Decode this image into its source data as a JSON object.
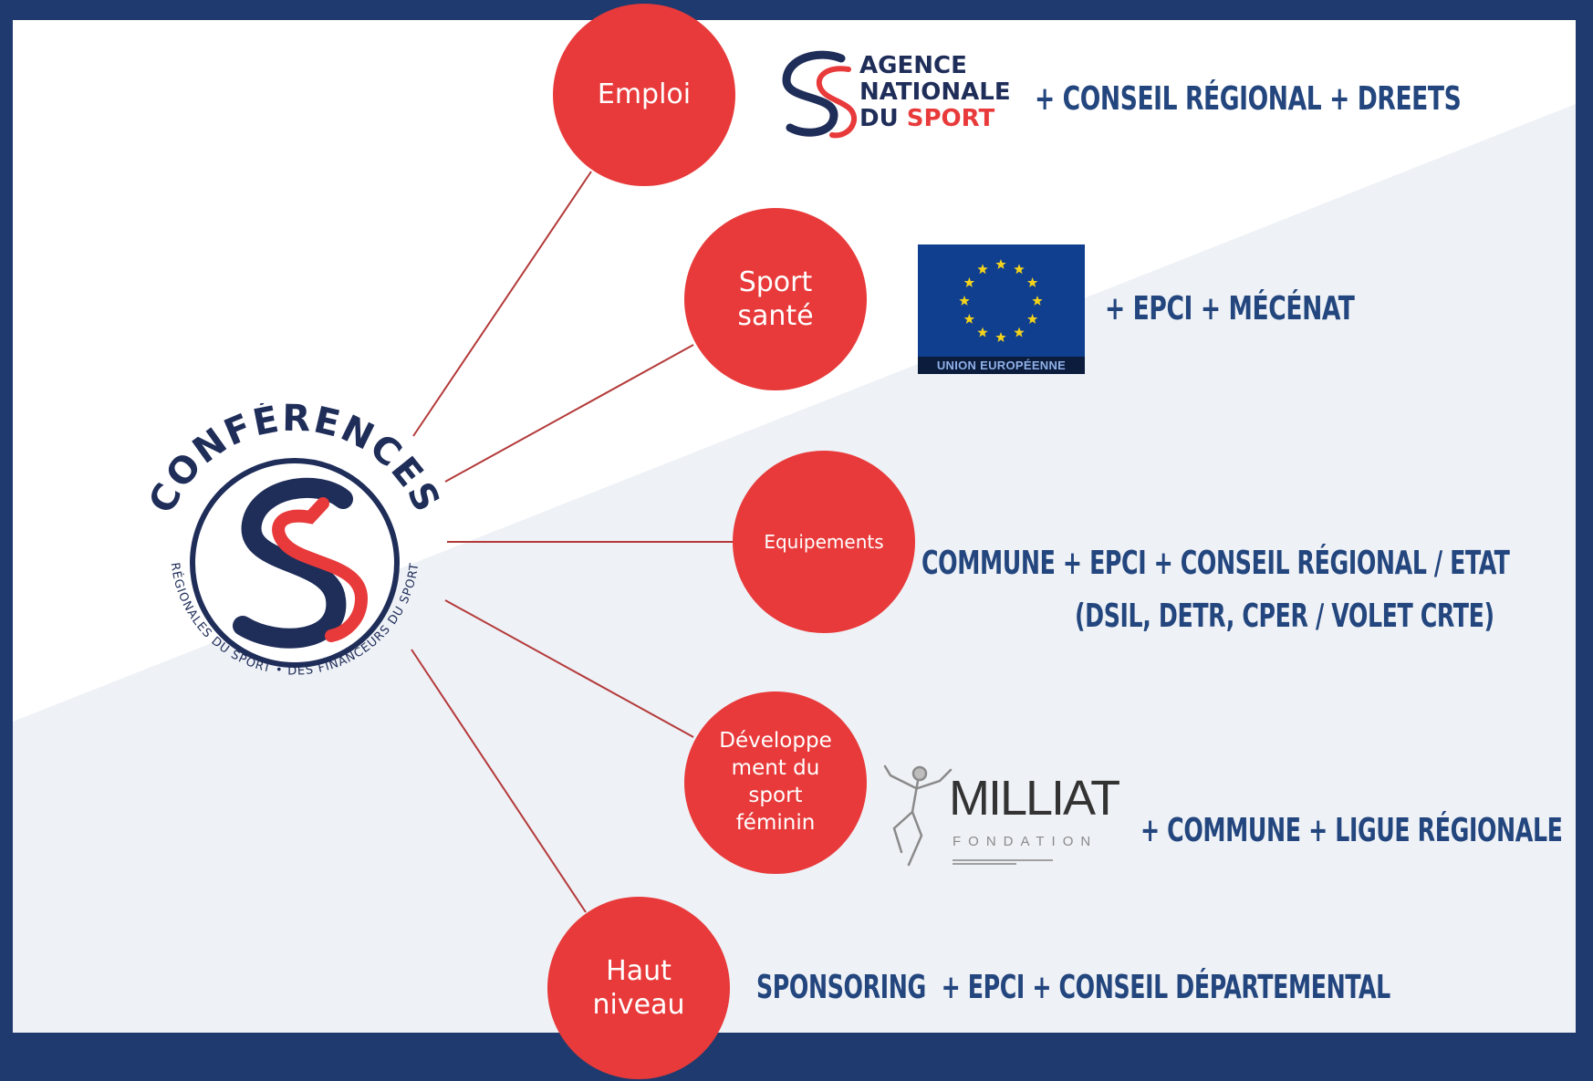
{
  "colors": {
    "navy": "#1f3a6e",
    "panel": "#ffffff",
    "panel_grey": "#eef1f6",
    "circle_red": "#e83a3a",
    "connector": "#b43a3a",
    "text_blue": "#23467e"
  },
  "hub": {
    "ring_top_text": "CONFÉRENCES",
    "ring_bottom_text": "RÉGIONALES DU SPORT • DES FINANCEURS DU SPORT"
  },
  "nodes": [
    {
      "id": "emploi",
      "label": "Emploi"
    },
    {
      "id": "sport-sante",
      "label": "Sport\nsanté"
    },
    {
      "id": "equipements",
      "label": "Equipements"
    },
    {
      "id": "feminin",
      "label": "Développe\nment du\nsport\nféminin"
    },
    {
      "id": "haut-niveau",
      "label": "Haut\nniveau"
    }
  ],
  "funders": {
    "emploi": "+ CONSEIL RÉGIONAL + DREETS",
    "sport_sante": "+ EPCI + MÉCÉNAT",
    "equipements_line1": "COMMUNE + EPCI + CONSEIL RÉGIONAL / ETAT",
    "equipements_line2": "(DSIL, DETR, CPER / VOLET CRTE)",
    "feminin": "+ COMMUNE + LIGUE RÉGIONALE",
    "haut_niveau": "SPONSORING  + EPCI + CONSEIL DÉPARTEMENTAL"
  },
  "logos": {
    "ans": {
      "line1": "AGENCE",
      "line2": "NATIONALE",
      "line3_a": "DU ",
      "line3_b": "SPORT"
    },
    "eu": {
      "label": "UNION EUROPÉENNE",
      "icon": "eu-flag-icon"
    },
    "milliat": {
      "word": "MILLIAT",
      "sub": "FONDATION"
    }
  }
}
